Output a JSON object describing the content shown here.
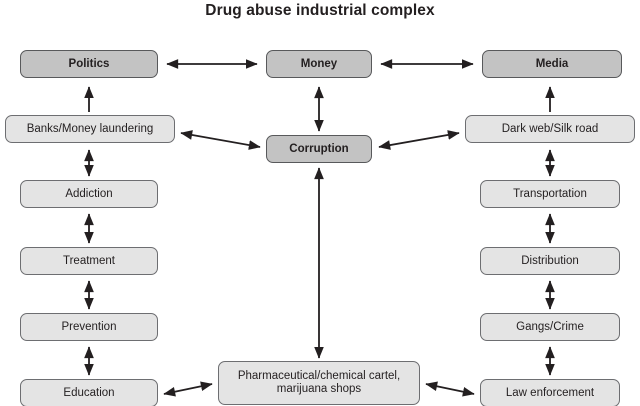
{
  "title": "Drug abuse industrial complex",
  "colors": {
    "accent_dark_node": "#c3c3c3",
    "light_node": "#e4e4e4",
    "border": "#6d6e71",
    "text": "#231f20",
    "arrow": "#231f20",
    "background": "#ffffff"
  },
  "nodes": {
    "politics": "Politics",
    "money": "Money",
    "media": "Media",
    "banks": "Banks/Money laundering",
    "corruption": "Corruption",
    "dark_web": "Dark web/Silk road",
    "addiction": "Addiction",
    "transportation": "Transportation",
    "treatment": "Treatment",
    "distribution": "Distribution",
    "prevention": "Prevention",
    "gangs": "Gangs/Crime",
    "education": "Education",
    "law_enforcement": "Law enforcement",
    "pharma_line1": "Pharmaceutical/chemical cartel,",
    "pharma_line2": "marijuana shops"
  },
  "connections": [
    {
      "from": "politics",
      "to": "money",
      "style": "double"
    },
    {
      "from": "money",
      "to": "media",
      "style": "double"
    },
    {
      "from": "banks",
      "to": "politics",
      "style": "double"
    },
    {
      "from": "money",
      "to": "corruption",
      "style": "double"
    },
    {
      "from": "dark_web",
      "to": "media",
      "style": "double"
    },
    {
      "from": "banks",
      "to": "corruption",
      "style": "double"
    },
    {
      "from": "corruption",
      "to": "dark_web",
      "style": "double"
    },
    {
      "from": "banks",
      "to": "addiction",
      "style": "double"
    },
    {
      "from": "addiction",
      "to": "treatment",
      "style": "double"
    },
    {
      "from": "treatment",
      "to": "prevention",
      "style": "double"
    },
    {
      "from": "prevention",
      "to": "education",
      "style": "double"
    },
    {
      "from": "dark_web",
      "to": "transportation",
      "style": "double"
    },
    {
      "from": "transportation",
      "to": "distribution",
      "style": "double"
    },
    {
      "from": "distribution",
      "to": "gangs",
      "style": "double"
    },
    {
      "from": "gangs",
      "to": "law_enforcement",
      "style": "double"
    },
    {
      "from": "corruption",
      "to": "pharma",
      "style": "double"
    },
    {
      "from": "education",
      "to": "pharma",
      "style": "double"
    },
    {
      "from": "pharma",
      "to": "law_enforcement",
      "style": "double"
    }
  ]
}
